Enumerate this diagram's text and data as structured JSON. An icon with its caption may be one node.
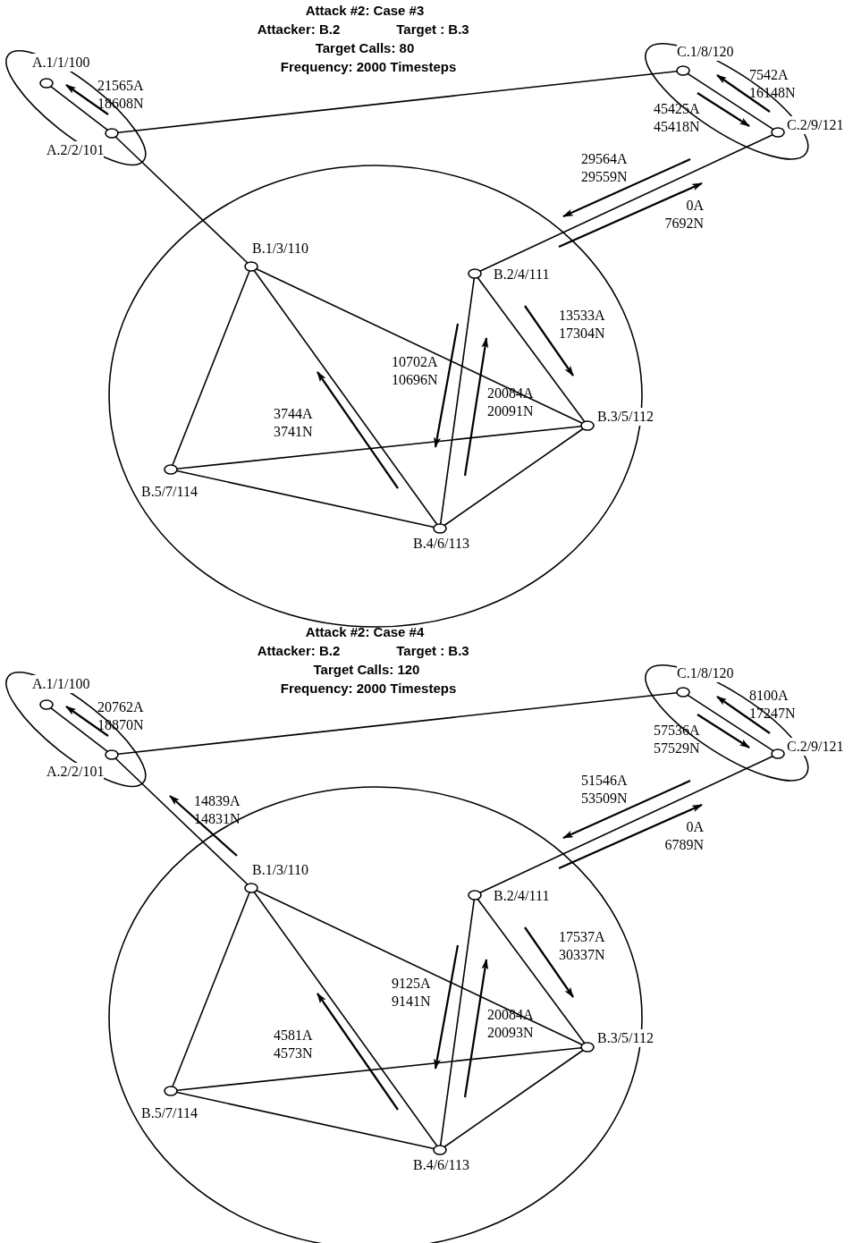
{
  "diagram": {
    "nodes": [
      {
        "text": [],
        "shape": "ellipse"
      },
      {
        "text": [],
        "shape": "circle",
        "in": 0,
        "beside": [
          "A.1/1/100"
        ]
      },
      {
        "text": [],
        "shape": "circle",
        "in": 0,
        "beside": [
          "A.2/2/101"
        ]
      },
      {
        "text": [],
        "shape": "ellipse"
      },
      {
        "text": [],
        "shape": "circle",
        "in": 3,
        "beside": [
          "C.1/8/120"
        ]
      },
      {
        "text": [],
        "shape": "circle",
        "in": 3,
        "beside": [
          "C.2/9/121"
        ]
      },
      {
        "text": [],
        "shape": "ellipse"
      },
      {
        "text": [],
        "shape": "circle",
        "in": 6,
        "beside": [
          "B.1/3/110"
        ]
      },
      {
        "text": [],
        "shape": "circle",
        "in": 6,
        "beside": [
          "B.2/4/111"
        ]
      },
      {
        "text": [],
        "shape": "circle",
        "in": 6,
        "beside": [
          "B.3/5/112"
        ]
      },
      {
        "text": [],
        "shape": "circle",
        "in": 6,
        "beside": [
          "B.4/6/113"
        ]
      },
      {
        "text": [],
        "shape": "circle",
        "in": 6,
        "beside": [
          "B.5/7/114"
        ]
      },
      {
        "text": [],
        "shape": "ellipse"
      },
      {
        "text": [],
        "shape": "circle",
        "in": 12,
        "beside": [
          "A.1/1/100"
        ]
      },
      {
        "text": [],
        "shape": "circle",
        "in": 12,
        "beside": [
          "A.2/2/101"
        ]
      },
      {
        "text": [],
        "shape": "ellipse"
      },
      {
        "text": [],
        "shape": "circle",
        "in": 15,
        "beside": [
          "C.1/8/120"
        ]
      },
      {
        "text": [],
        "shape": "circle",
        "in": 15,
        "beside": [
          "C.2/9/121"
        ]
      },
      {
        "text": [],
        "shape": "ellipse"
      },
      {
        "text": [],
        "shape": "circle",
        "in": 18,
        "beside": [
          "B.1/3/110"
        ]
      },
      {
        "text": [],
        "shape": "circle",
        "in": 18,
        "beside": [
          "B.2/4/111"
        ]
      },
      {
        "text": [],
        "shape": "circle",
        "in": 18,
        "beside": [
          "B.3/5/112"
        ]
      },
      {
        "text": [],
        "shape": "circle",
        "in": 18,
        "beside": [
          "B.4/6/113"
        ]
      },
      {
        "text": [],
        "shape": "circle",
        "in": 18,
        "beside": [
          "B.5/7/114"
        ]
      }
    ],
    "edges": [
      {
        "from": 1,
        "to": 2,
        "arrow": "none"
      },
      {
        "from": 4,
        "to": 5,
        "arrow": "none"
      },
      {
        "from": 2,
        "to": 4,
        "arrow": "none"
      },
      {
        "from": 2,
        "to": 7,
        "arrow": "none"
      },
      {
        "from": 5,
        "to": 8,
        "arrow": "none"
      },
      {
        "from": 7,
        "to": 11,
        "arrow": "none"
      },
      {
        "from": 7,
        "to": 9,
        "arrow": "none"
      },
      {
        "from": 7,
        "to": 10,
        "arrow": "none"
      },
      {
        "from": 8,
        "to": 9,
        "arrow": "none"
      },
      {
        "from": 8,
        "to": 10,
        "arrow": "none"
      },
      {
        "from": 11,
        "to": 9,
        "arrow": "none"
      },
      {
        "from": 11,
        "to": 10,
        "arrow": "none"
      },
      {
        "from": 10,
        "to": 9,
        "arrow": "none"
      },
      {
        "from": 13,
        "to": 14,
        "arrow": "none"
      },
      {
        "from": 16,
        "to": 17,
        "arrow": "none"
      },
      {
        "from": 14,
        "to": 16,
        "arrow": "none"
      },
      {
        "from": 14,
        "to": 19,
        "arrow": "none"
      },
      {
        "from": 17,
        "to": 20,
        "arrow": "none"
      },
      {
        "from": 19,
        "to": 23,
        "arrow": "none"
      },
      {
        "from": 19,
        "to": 21,
        "arrow": "none"
      },
      {
        "from": 19,
        "to": 22,
        "arrow": "none"
      },
      {
        "from": 20,
        "to": 21,
        "arrow": "none"
      },
      {
        "from": 20,
        "to": 22,
        "arrow": "none"
      },
      {
        "from": 23,
        "to": 21,
        "arrow": "none"
      },
      {
        "from": 23,
        "to": 22,
        "arrow": "none"
      },
      {
        "from": 22,
        "to": 21,
        "arrow": "none"
      }
    ],
    "labels": [
      "Attack #2: Case #3",
      "Attacker: B.2",
      "Target : B.3",
      "Target Calls: 80",
      "Frequency: 2000 Timesteps",
      "21565A 18608N",
      "7542A 16148N",
      "45425A 45418N",
      "29564A 29559N",
      "0A 7692N",
      "13533A 17304N",
      "10702A 10696N",
      "20084A 20091N",
      "3744A 3741N",
      "Attack #2: Case #4",
      "Attacker: B.2",
      "Target : B.3",
      "Target Calls: 120",
      "Frequency: 2000 Timesteps",
      "20762A 18870N",
      "8100A 17247N",
      "57536A 57529N",
      "14839A 14831N",
      "51546A 53509N",
      "0A 6789N",
      "17537A 30337N",
      "9125A 9141N",
      "20084A 20093N",
      "4581A 4573N"
    ]
  }
}
